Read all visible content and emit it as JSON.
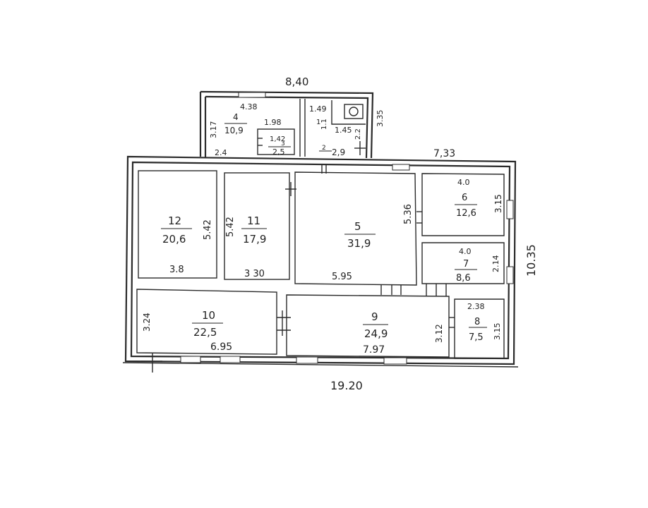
{
  "overall": {
    "top_width": "8,40",
    "right_width": "7,33",
    "total_width": "19.20",
    "total_height": "10.35"
  },
  "rooms": [
    {
      "id": "room-4",
      "number": "4",
      "area": "10,9",
      "dims": [
        "4.38",
        "3.17",
        "2.4"
      ]
    },
    {
      "id": "room-3",
      "number": "3",
      "area": "2,5",
      "dims": [
        "1.98",
        "1,42"
      ]
    },
    {
      "id": "room-2",
      "number": "2",
      "area": "2,9",
      "dims": [
        "1.49",
        "1.45",
        "2.2",
        "1.1"
      ]
    },
    {
      "id": "room-12",
      "number": "12",
      "area": "20,6",
      "dims": [
        "5.42",
        "3.8"
      ]
    },
    {
      "id": "room-11",
      "number": "11",
      "area": "17,9",
      "dims": [
        "5.42",
        "3 30"
      ]
    },
    {
      "id": "room-5",
      "number": "5",
      "area": "31,9",
      "dims": [
        "5.36",
        "5.95"
      ]
    },
    {
      "id": "room-6",
      "number": "6",
      "area": "12,6",
      "dims": [
        "4.0",
        "3.15"
      ]
    },
    {
      "id": "room-7",
      "number": "7",
      "area": "8,6",
      "dims": [
        "4.0",
        "2.14"
      ]
    },
    {
      "id": "room-10",
      "number": "10",
      "area": "22,5",
      "dims": [
        "3.24",
        "6.95"
      ]
    },
    {
      "id": "room-9",
      "number": "9",
      "area": "24,9",
      "dims": [
        "7.97",
        "3.12"
      ]
    },
    {
      "id": "room-8",
      "number": "8",
      "area": "7,5",
      "dims": [
        "2.38",
        "3.15"
      ]
    }
  ],
  "misc": {
    "annex_height": "3.35",
    "annex_room1_label": "1"
  }
}
